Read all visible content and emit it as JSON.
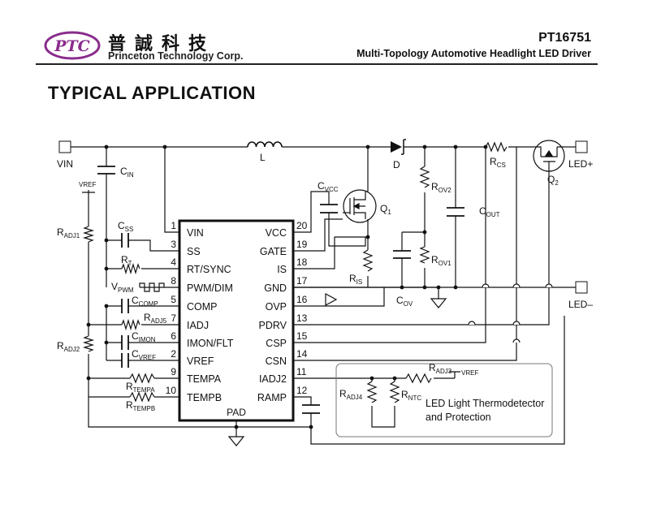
{
  "header": {
    "logo_text": "PTC",
    "company_cjk": "普誠科技",
    "company_en": "Princeton Technology Corp.",
    "part_number": "PT16751",
    "doc_title": "Multi-Topology Automotive Headlight LED Driver"
  },
  "section_title": "TYPICAL APPLICATION",
  "schematic": {
    "terminals": {
      "vin": "VIN",
      "led_plus": "LED+",
      "led_minus": "LED–",
      "vref": "VREF"
    },
    "components": {
      "inductor": "L",
      "diode": "D",
      "q1": "Q",
      "q1_sub": "1",
      "q2": "Q",
      "q2_sub": "2",
      "cin": "C",
      "cin_sub": "IN",
      "cvcc": "C",
      "cvcc_sub": "VCC",
      "css": "C",
      "css_sub": "SS",
      "rt": "R",
      "rt_sub": "T",
      "vpwm": "V",
      "vpwm_sub": "PWM",
      "ccomp": "C",
      "ccomp_sub": "COMP",
      "radj5": "R",
      "radj5_sub": "ADJ5",
      "cimon": "C",
      "cimon_sub": "IMON",
      "cvref": "C",
      "cvref_sub": "VREF",
      "rtempa": "R",
      "rtempa_sub": "TEMPA",
      "rtempb": "R",
      "rtempb_sub": "TEMPB",
      "radj1": "R",
      "radj1_sub": "ADJ1",
      "radj2": "R",
      "radj2_sub": "ADJ2",
      "ris": "R",
      "ris_sub": "IS",
      "cov": "C",
      "cov_sub": "OV",
      "rov2": "R",
      "rov2_sub": "OV2",
      "rov1": "R",
      "rov1_sub": "OV1",
      "cout": "C",
      "cout_sub": "OUT",
      "rcs": "R",
      "rcs_sub": "CS",
      "radj3": "R",
      "radj3_sub": "ADJ3",
      "radj4": "R",
      "radj4_sub": "ADJ4",
      "rntc": "R",
      "rntc_sub": "NTC"
    },
    "ic": {
      "pad_label": "PAD",
      "left_pins": [
        {
          "num": "1",
          "name": "VIN"
        },
        {
          "num": "3",
          "name": "SS"
        },
        {
          "num": "4",
          "name": "RT/SYNC"
        },
        {
          "num": "8",
          "name": "PWM/DIM"
        },
        {
          "num": "5",
          "name": "COMP"
        },
        {
          "num": "7",
          "name": "IADJ"
        },
        {
          "num": "6",
          "name": "IMON/FLT"
        },
        {
          "num": "2",
          "name": "VREF"
        },
        {
          "num": "9",
          "name": "TEMPA"
        },
        {
          "num": "10",
          "name": "TEMPB"
        }
      ],
      "right_pins": [
        {
          "num": "20",
          "name": "VCC"
        },
        {
          "num": "19",
          "name": "GATE"
        },
        {
          "num": "18",
          "name": "IS"
        },
        {
          "num": "17",
          "name": "GND"
        },
        {
          "num": "16",
          "name": "OVP"
        },
        {
          "num": "13",
          "name": "PDRV"
        },
        {
          "num": "15",
          "name": "CSP"
        },
        {
          "num": "14",
          "name": "CSN"
        },
        {
          "num": "11",
          "name": "IADJ2"
        },
        {
          "num": "12",
          "name": "RAMP"
        }
      ]
    },
    "thermal_box": {
      "line1": "LED Light Thermodetector",
      "line2": "and Protection"
    }
  }
}
